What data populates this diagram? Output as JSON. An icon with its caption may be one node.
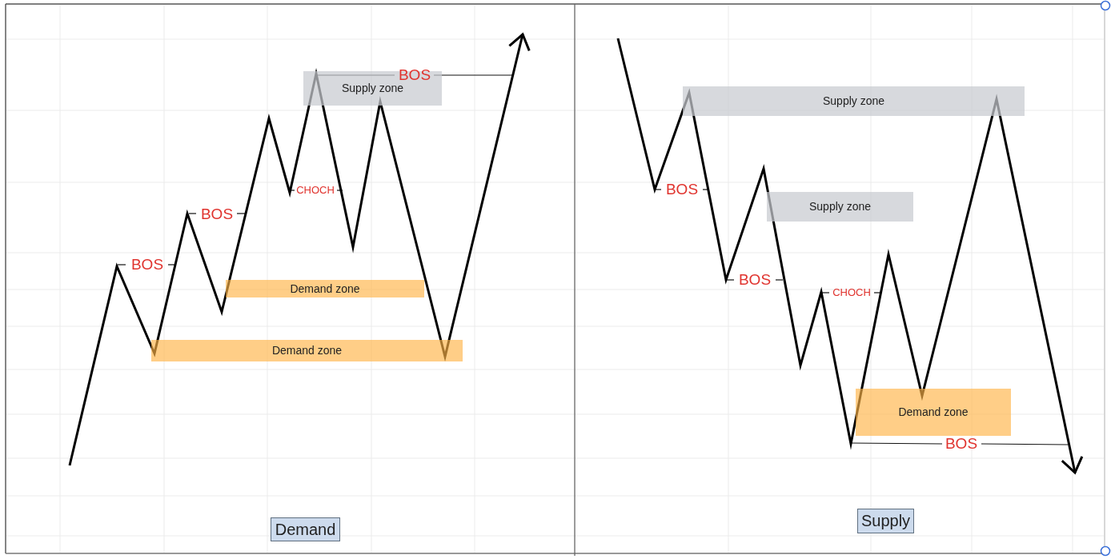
{
  "diagram": {
    "nodes": [
      {
        "text": [
          "Supply zone"
        ]
      },
      {
        "text": [
          "Demand zone"
        ]
      },
      {
        "text": [
          "Demand zone"
        ]
      },
      {
        "text": [
          "Demand"
        ]
      },
      {
        "text": [
          "Supply zone"
        ]
      },
      {
        "text": [
          "Supply zone"
        ]
      },
      {
        "text": [
          "Demand zone"
        ]
      },
      {
        "text": [
          "Supply"
        ]
      }
    ],
    "labels": [
      "BOS",
      "CHOCH",
      "BOS",
      "BOS",
      "BOS",
      "BOS",
      "CHOCH",
      "BOS"
    ]
  }
}
